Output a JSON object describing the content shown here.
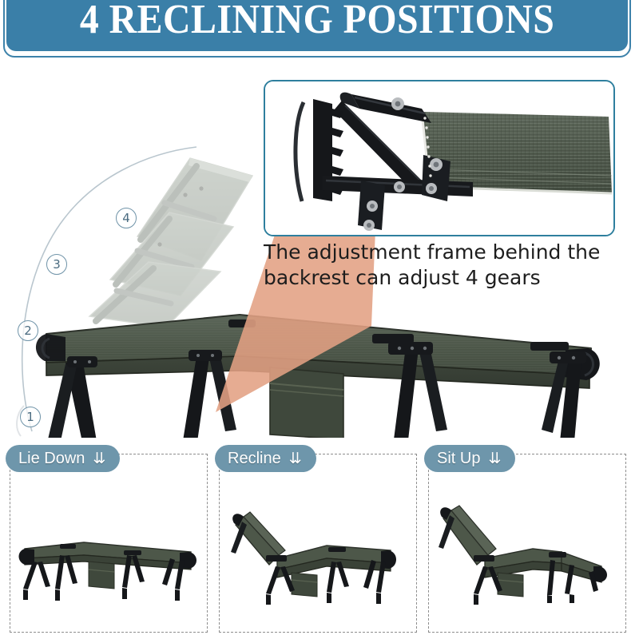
{
  "banner": {
    "title": "4 RECLINING POSITIONS",
    "bg_color": "#3a7fa8",
    "text_color": "#ffffff"
  },
  "hero": {
    "caption": "The adjustment frame behind the backrest can adjust 4 gears",
    "inset_name": "adjustment-frame-closeup",
    "pointer_color": "#e2a083",
    "inset_border_color": "#2e7f9e",
    "position_markers": [
      {
        "label": "1"
      },
      {
        "label": "2"
      },
      {
        "label": "3"
      },
      {
        "label": "4"
      }
    ]
  },
  "panels": [
    {
      "label": "Lie Down",
      "arrow": "⇊",
      "image_name": "cot-flat-position"
    },
    {
      "label": "Recline",
      "arrow": "⇊",
      "image_name": "cot-reclined-position"
    },
    {
      "label": "Sit Up",
      "arrow": "⇊",
      "image_name": "cot-sit-up-position"
    }
  ],
  "colors": {
    "fabric": "#4a5448",
    "fabric_light": "#606b5d",
    "frame": "#16181a",
    "pill": "#6e96ab",
    "marker_stroke": "#6f93a8"
  }
}
